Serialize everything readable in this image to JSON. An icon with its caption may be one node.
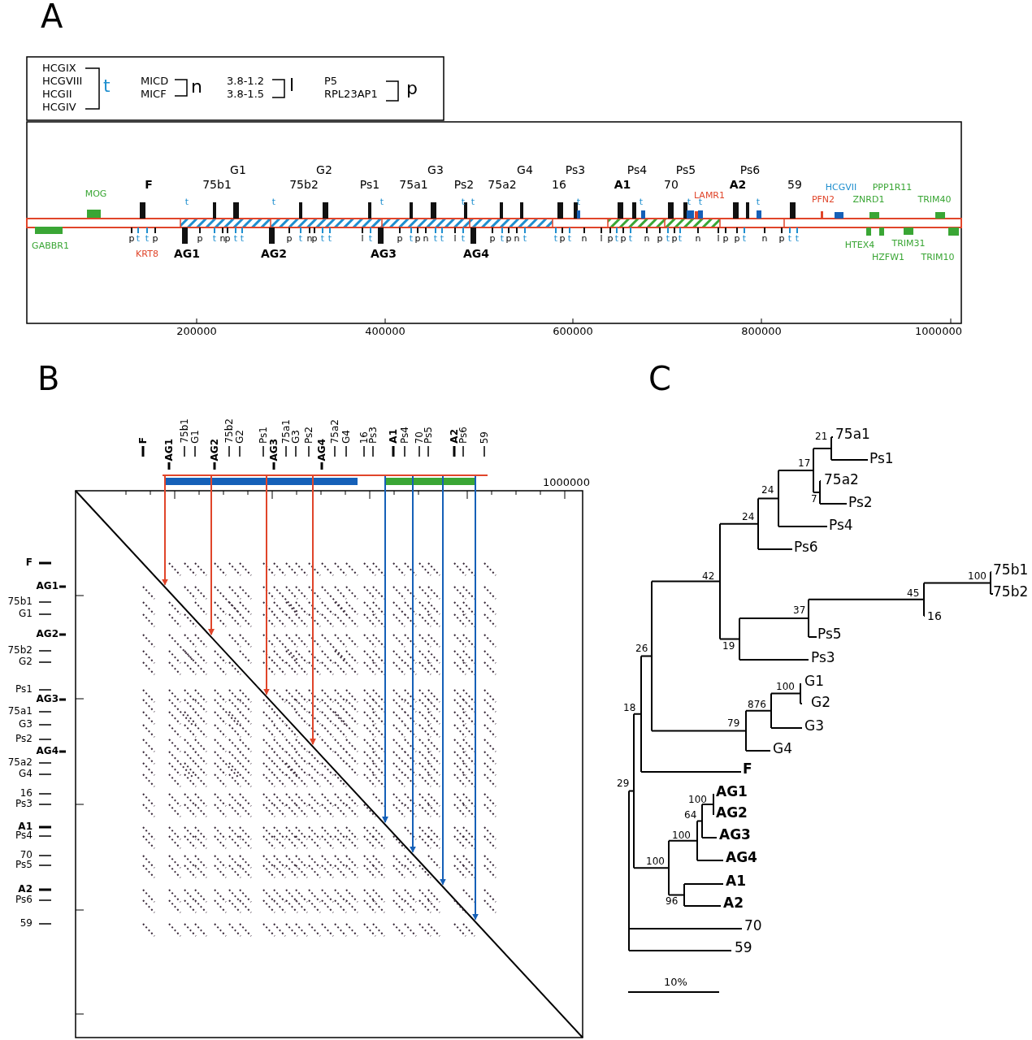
{
  "diagram": {
    "labels": [
      "A",
      "HCGIX",
      "HCGVIII",
      "HCGII",
      "HCGIV",
      "t",
      "MICD",
      "MICF",
      "n",
      "3.8-1.2",
      "3.8-1.5",
      "l",
      "P5",
      "RPL23AP1",
      "p",
      "G1",
      "G2",
      "G3",
      "G4",
      "Ps3",
      "Ps4",
      "Ps5",
      "Ps6",
      "F",
      "75b1",
      "75b2",
      "Ps1",
      "75a1",
      "Ps2",
      "75a2",
      "16",
      "A1",
      "70",
      "A2",
      "59",
      "HCGVII",
      "PPP1R11",
      "MOG",
      "t",
      "t",
      "t",
      "t",
      "t",
      "t",
      "t",
      "t",
      "t",
      "LAMR1",
      "t",
      "PFN2",
      "ZNRD1",
      "TRIM40",
      "GABBR1",
      "p",
      "t",
      "t",
      "p",
      "p",
      "t",
      "n",
      "p",
      "t",
      "t",
      "p",
      "t",
      "n",
      "p",
      "t",
      "t",
      "l",
      "t",
      "p",
      "t",
      "p",
      "n",
      "t",
      "t",
      "l",
      "t",
      "p",
      "t",
      "p",
      "n",
      "t",
      "t",
      "p",
      "t",
      "n",
      "l",
      "p",
      "t",
      "p",
      "t",
      "n",
      "p",
      "t",
      "p",
      "t",
      "n",
      "l",
      "p",
      "p",
      "t",
      "n",
      "p",
      "t",
      "t",
      "KRT8",
      "AG1",
      "AG2",
      "AG3",
      "AG4",
      "HTEX4",
      "TRIM31",
      "HZFW1",
      "TRIM10",
      "200000",
      "400000",
      "600000",
      "800000",
      "1000000",
      "B",
      "F",
      "AG1",
      "75b1",
      "G1",
      "AG2",
      "75b2",
      "G2",
      "Ps1",
      "AG3",
      "75a1",
      "G3",
      "Ps2",
      "AG4",
      "75a2",
      "G4",
      "16",
      "Ps3",
      "A1",
      "Ps4",
      "70",
      "Ps5",
      "A2",
      "Ps6",
      "59",
      "F",
      "AG1",
      "75b1",
      "G1",
      "AG2",
      "75b2",
      "G2",
      "Ps1",
      "AG3",
      "75a1",
      "G3",
      "Ps2",
      "AG4",
      "75a2",
      "G4",
      "16",
      "Ps3",
      "A1",
      "Ps4",
      "70",
      "Ps5",
      "A2",
      "Ps6",
      "59",
      "1000000",
      "C",
      "21",
      "75a1",
      "17",
      "Ps1",
      "75a2",
      "24",
      "7",
      "Ps2",
      "24",
      "Ps4",
      "Ps6",
      "42",
      "100",
      "75b1",
      "45",
      "75b2",
      "37",
      "16",
      "Ps5",
      "26",
      "19",
      "Ps3",
      "100",
      "G1",
      "876",
      "18",
      "G2",
      "79",
      "G3",
      "G4",
      "F",
      "29",
      "100",
      "AG1",
      "64",
      "AG2",
      "100",
      "AG3",
      "100",
      "AG4",
      "A1",
      "96",
      "A2",
      "70",
      "59",
      "10%"
    ]
  }
}
